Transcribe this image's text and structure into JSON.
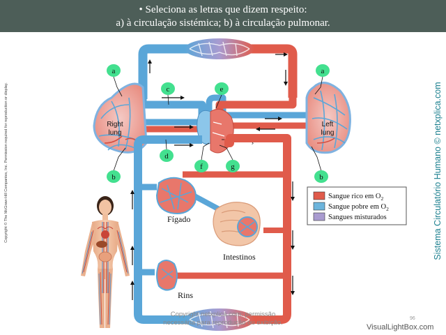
{
  "header": {
    "line1": "• Seleciona as letras que dizem respeito:",
    "line2": "a) à circulação sistémica; b) à circulação pulmonar."
  },
  "diagram": {
    "circle_labels": {
      "a_left": "a",
      "a_right": "a",
      "b_left": "b",
      "b_right": "b",
      "c": "c",
      "d": "d",
      "e": "e",
      "f": "f",
      "g": "g"
    },
    "right_lung": [
      "Right",
      "lung"
    ],
    "left_lung": [
      "Left",
      "lung"
    ],
    "heart": "Coração",
    "liver": "Fígado",
    "intestines": "Intestinos",
    "kidneys": "Rins"
  },
  "legend": [
    {
      "label": "Sangue rico em O",
      "sub": "2",
      "color": "#e05b4b"
    },
    {
      "label": "Sangue pobre em O",
      "sub": "2",
      "color": "#6cb4dc"
    },
    {
      "label": "Sangues misturados",
      "sub": "",
      "color": "#a99bd0"
    }
  ],
  "side_copyright": "Copyright © The McGraw-Hill Companies, Inc. Permission required for reproduction or display.",
  "side_title": "Sistema Circulatório Humano © netxplica.com",
  "watermark": [
    "Copyright netxplica.com: permissão",
    "necessária para reprodução ou exibição."
  ],
  "page_number": "96",
  "footer_brand": "VisualLightBox.com",
  "colors": {
    "oxygen_rich": "#e05b4b",
    "oxygen_poor": "#5aa6d8",
    "mixed": "#a99bd0",
    "label_circle": "#43e08f",
    "header_bg": "#4d5e58"
  }
}
